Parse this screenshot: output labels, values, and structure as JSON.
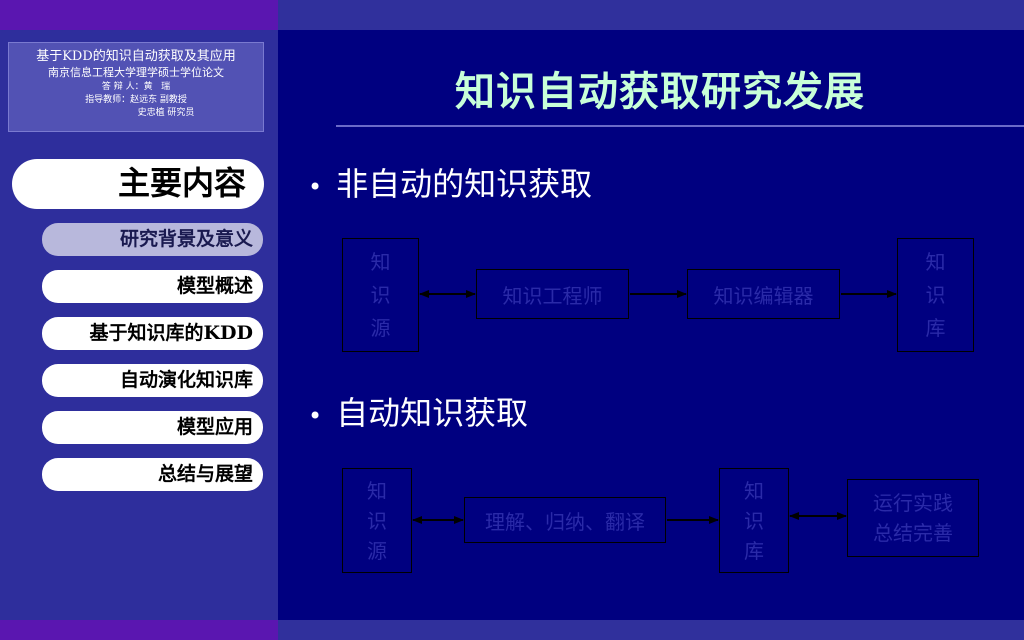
{
  "sidebar": {
    "thesis": {
      "title": "基于KDD的知识自动获取及其应用",
      "school": "南京信息工程大学理学硕士学位论文",
      "defender": "答 辩 人：黄   瑞",
      "advisor1": "指导教师：赵远东 副教授",
      "advisor2": "史忠植 研究员"
    },
    "toc_heading": "主要内容",
    "nav_items": [
      {
        "label": "研究背景及意义",
        "active": true
      },
      {
        "label": "模型概述"
      },
      {
        "label": "基于知识库的KDD"
      },
      {
        "label": "自动演化知识库"
      },
      {
        "label": "模型应用"
      },
      {
        "label": "总结与展望"
      }
    ]
  },
  "main": {
    "title": "知识自动获取研究发展",
    "bullet_dot": "•",
    "section1": {
      "heading": "非自动的知识获取",
      "source": [
        "知",
        "识",
        "源"
      ],
      "engineer": "知识工程师",
      "editor": "知识编辑器",
      "kb": [
        "知",
        "识",
        "库"
      ]
    },
    "section2": {
      "heading": "自动知识获取",
      "source": [
        "知",
        "识",
        "源"
      ],
      "process": "理解、归纳、翻译",
      "kb": [
        "知",
        "识",
        "库"
      ],
      "practice_line1": "运行实践",
      "practice_line2": "总结完善"
    }
  },
  "colors": {
    "background": "#000080",
    "sidebar": "#2e2e9c",
    "title": "#c8ffd8",
    "box_text": "#2a2aa8"
  }
}
